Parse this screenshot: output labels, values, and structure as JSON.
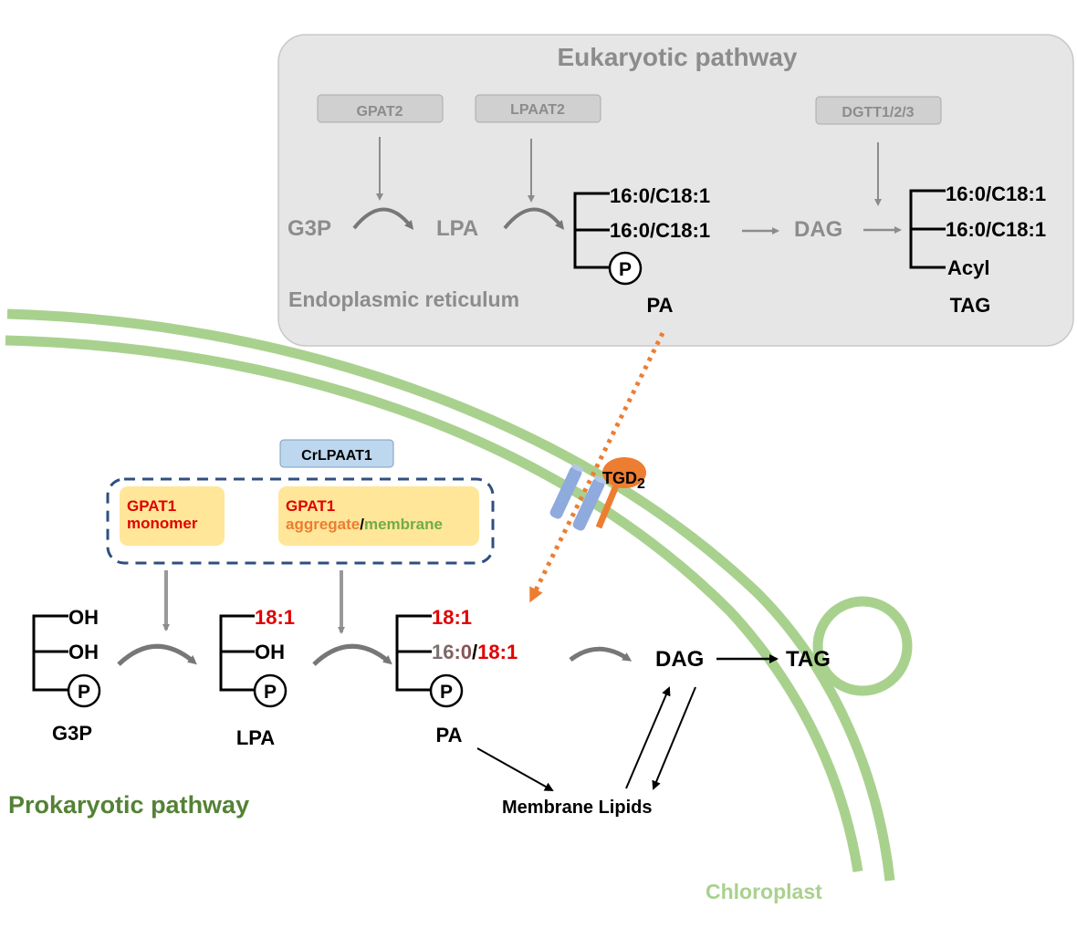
{
  "eukaryotic": {
    "title": "Eukaryotic pathway",
    "location": "Endoplasmic reticulum",
    "enzymes": [
      "GPAT2",
      "LPAAT2",
      "DGTT1/2/3"
    ],
    "g3p": "G3P",
    "lpa": "LPA",
    "dag": "DAG",
    "pa": {
      "chains": [
        "16:0/C18:1",
        "16:0/C18:1"
      ],
      "phosphate": "P",
      "label": "PA"
    },
    "tag": {
      "chains": [
        "16:0/C18:1",
        "16:0/C18:1",
        "Acyl"
      ],
      "label": "TAG"
    }
  },
  "transport": {
    "protein": "TGD",
    "subscript": "2"
  },
  "prokaryotic": {
    "title": "Prokaryotic pathway",
    "enzyme_box": "CrLPAAT1",
    "gpat1_monomer": {
      "line1": "GPAT1",
      "line2": "monomer"
    },
    "gpat1_aggregate": {
      "line1": "GPAT1",
      "part_a": "aggregate",
      "sep": "/",
      "part_b": "membrane"
    },
    "g3p": {
      "chains": [
        "OH",
        "OH"
      ],
      "phosphate": "P",
      "label": "G3P"
    },
    "lpa": {
      "chains": [
        "18:1",
        "OH"
      ],
      "phosphate": "P",
      "label": "LPA"
    },
    "pa": {
      "chain1": "18:1",
      "chain2_a": "16:0",
      "chain2_sep": "/",
      "chain2_b": "18:1",
      "phosphate": "P",
      "label": "PA"
    },
    "dag": "DAG",
    "tag": "TAG",
    "membrane_lipids": "Membrane Lipids"
  },
  "organelle": "Chloroplast",
  "colors": {
    "er_bg": "#e7e6e6",
    "gray_text": "#8c8c8c",
    "membrane_green": "#a9d18e",
    "prok_green": "#548235",
    "red": "#e00000",
    "orange": "#ed7d31",
    "gpat_box": "#ffe699",
    "crlpaat_box": "#bdd7ee",
    "dash_blue": "#2f4f7f",
    "channel_blue": "#8faadc"
  }
}
